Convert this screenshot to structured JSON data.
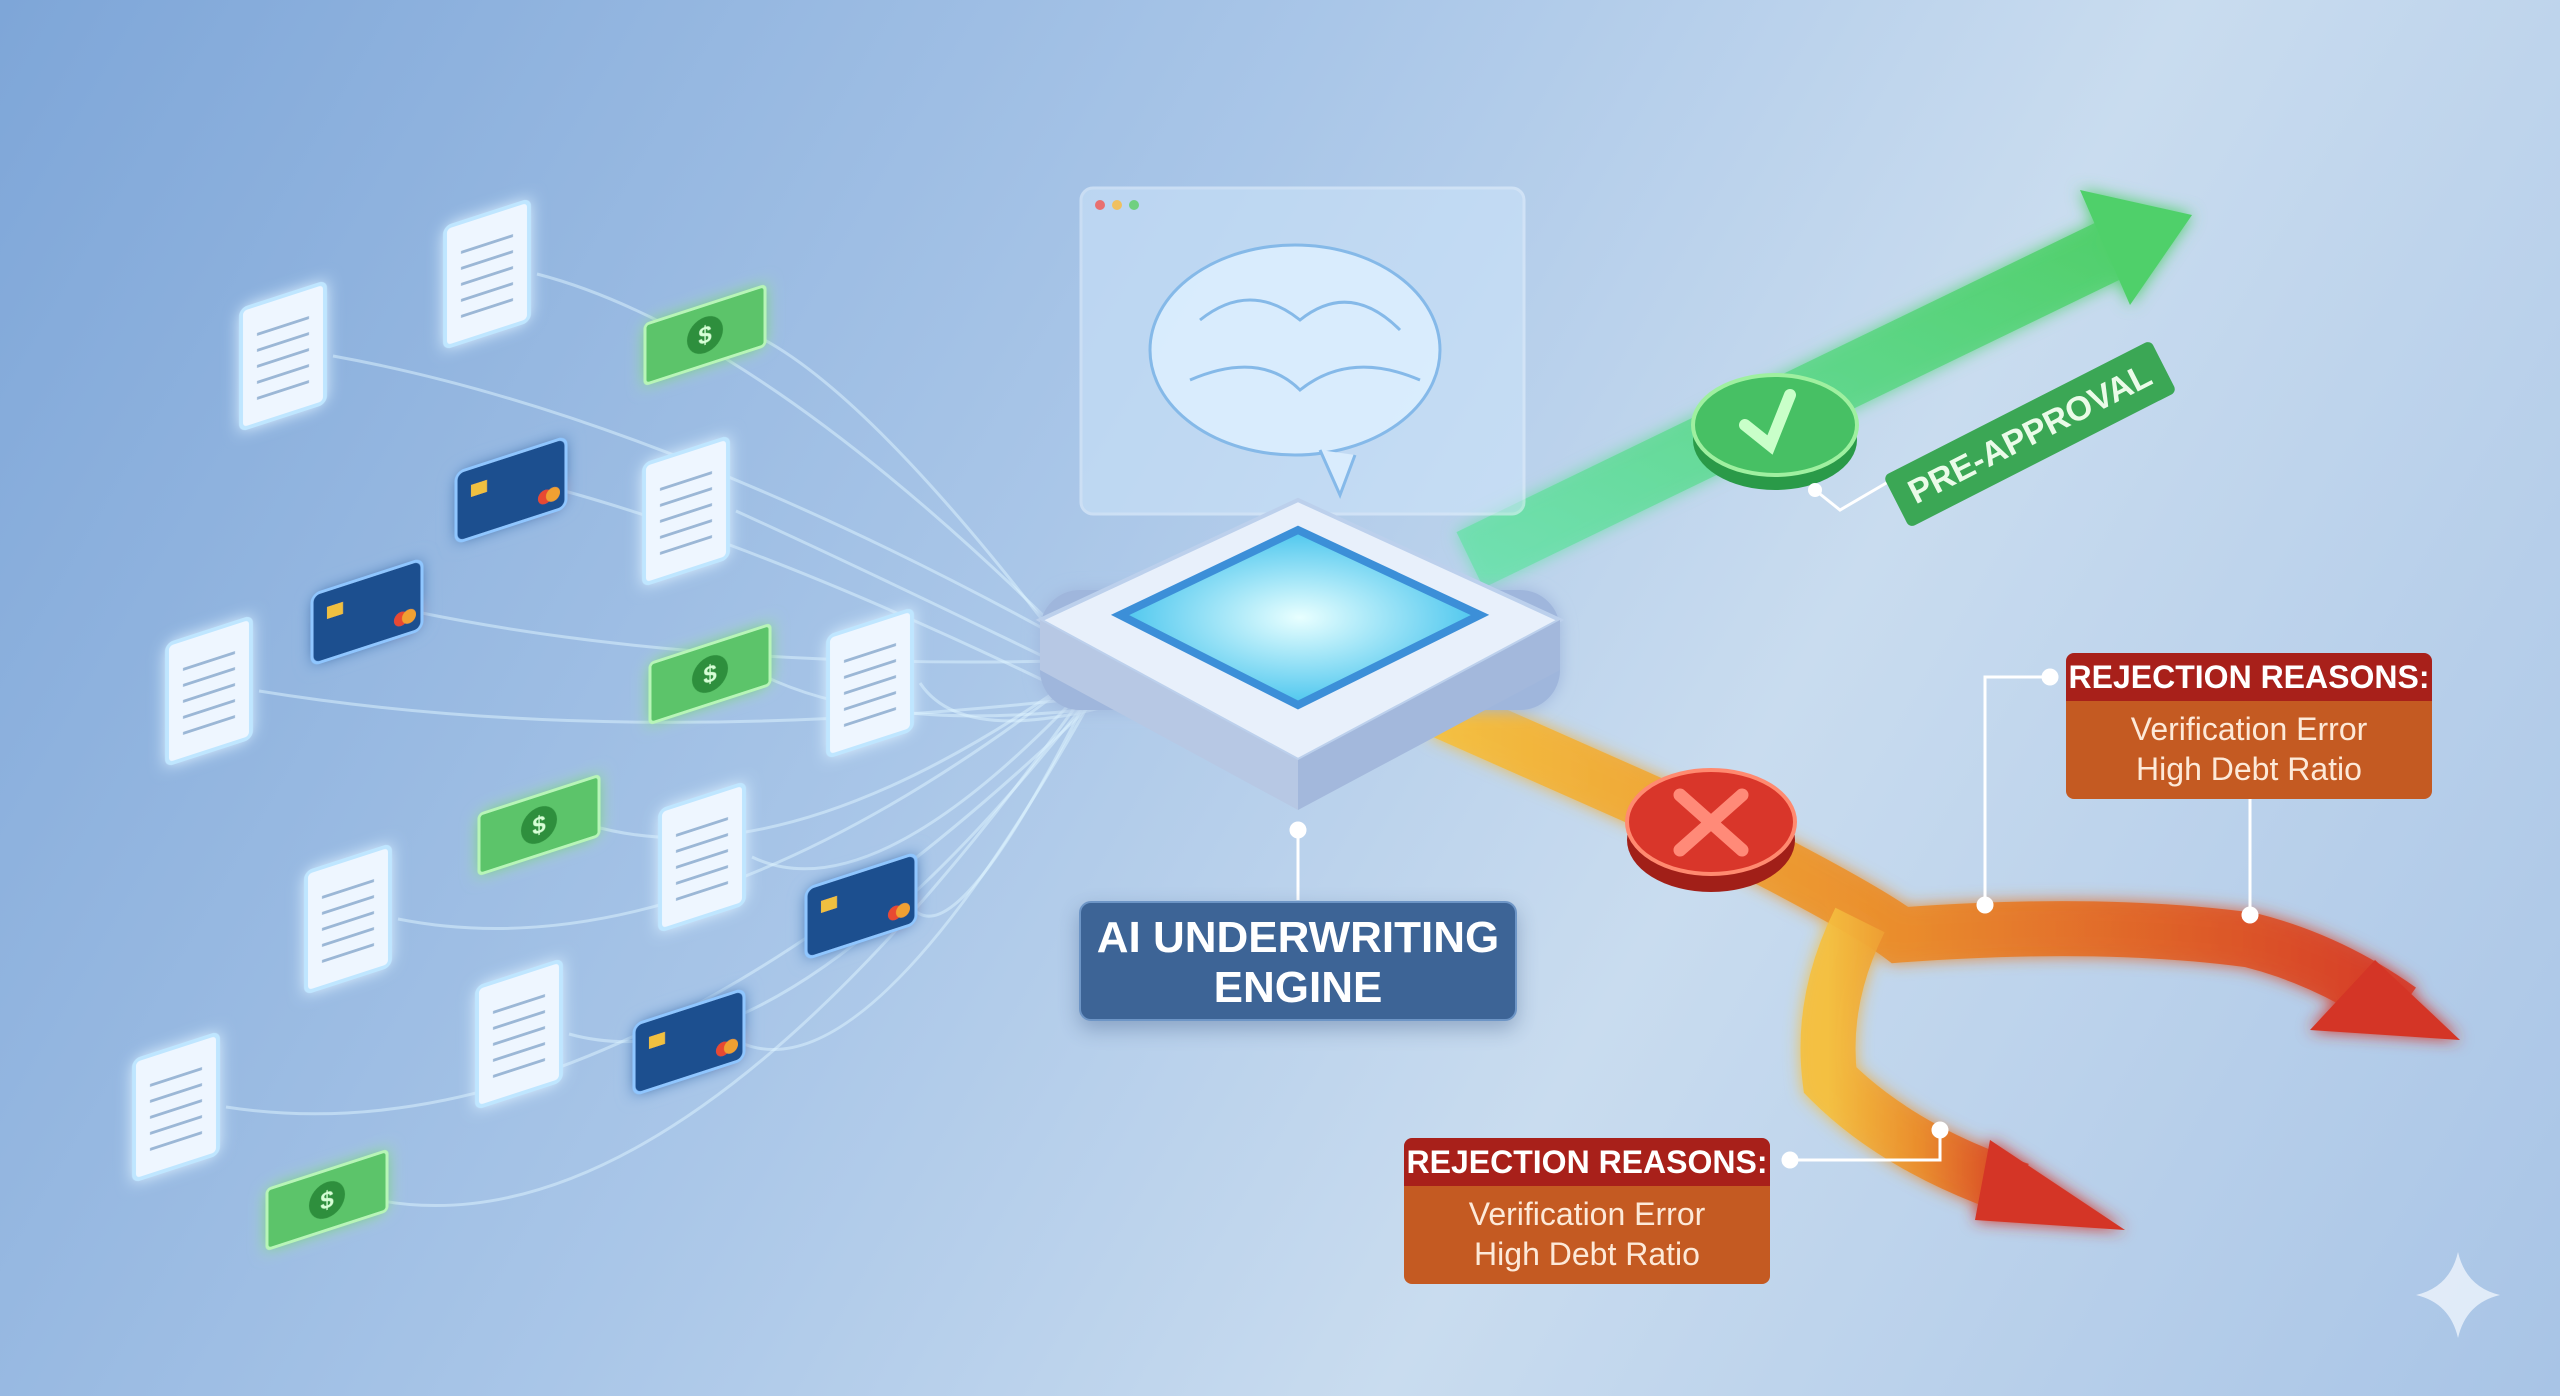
{
  "engine": {
    "label_line1": "AI UNDERWRITING",
    "label_line2": "ENGINE"
  },
  "approval": {
    "label": "PRE-APPROVAL",
    "icon": "check-icon",
    "color": "#3fbf5c"
  },
  "rejections": [
    {
      "title": "REJECTION REASONS:",
      "reasons": [
        "Verification Error",
        "High Debt Ratio"
      ]
    },
    {
      "title": "REJECTION REASONS:",
      "reasons": [
        "Verification Error",
        "High Debt Ratio"
      ]
    }
  ],
  "reject_icon": "x-icon",
  "colors": {
    "approve": "#3fbf5c",
    "reject": "#d9362a",
    "reject_path": "#f0a030",
    "engine_glow": "#5fe0ff",
    "label_bg": "#3d6496"
  },
  "inputs": [
    "document-icon",
    "document-icon",
    "document-icon",
    "document-icon",
    "document-icon",
    "document-icon",
    "document-icon",
    "document-icon",
    "document-icon",
    "credit-card-icon",
    "credit-card-icon",
    "credit-card-icon",
    "credit-card-icon",
    "money-icon",
    "money-icon",
    "money-icon",
    "money-icon"
  ]
}
